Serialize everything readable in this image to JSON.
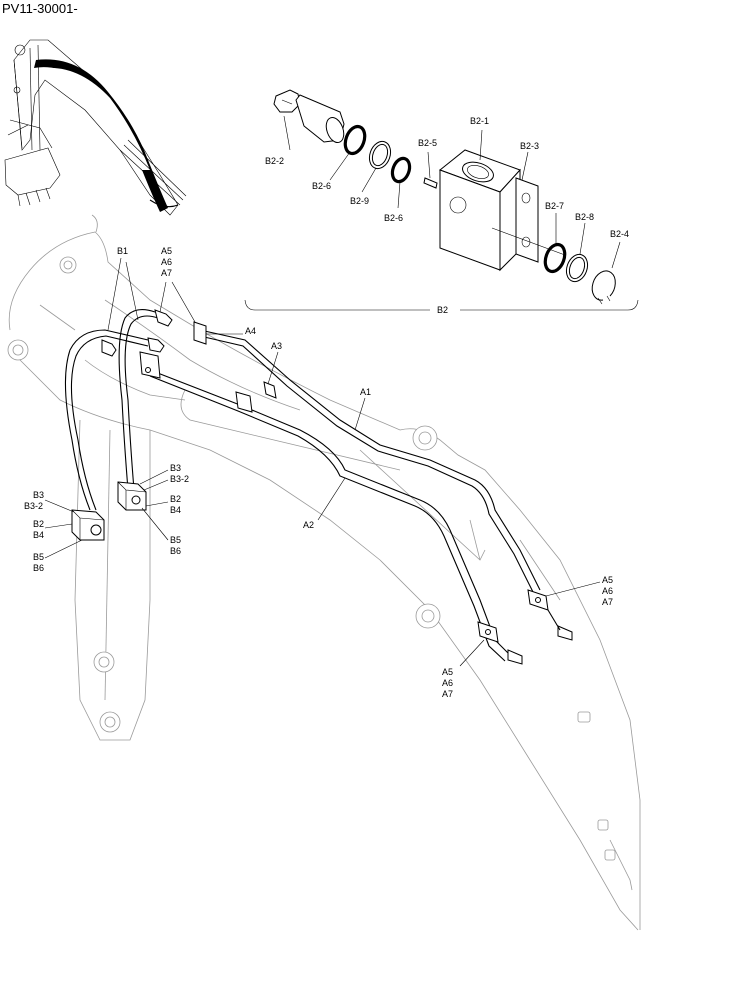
{
  "document": {
    "code": "PV11-30001-"
  },
  "exploded_view": {
    "group_label": "B2",
    "labels": {
      "b2_1": "B2-1",
      "b2_2": "B2-2",
      "b2_3": "B2-3",
      "b2_4": "B2-4",
      "b2_5": "B2-5",
      "b2_6a": "B2-6",
      "b2_6b": "B2-6",
      "b2_7": "B2-7",
      "b2_8": "B2-8",
      "b2_9": "B2-9"
    }
  },
  "main_view": {
    "labels": {
      "b1": "B1",
      "a5_top": "A5",
      "a6_top": "A6",
      "a7_top": "A7",
      "a4": "A4",
      "a3": "A3",
      "a1": "A1",
      "a2": "A2",
      "b3_right": "B3",
      "b3_2_right": "B3-2",
      "b2_right": "B2",
      "b4_right": "B4",
      "b5_right": "B5",
      "b6_right": "B6",
      "b3_left": "B3",
      "b3_2_left": "B3-2",
      "b2_left": "B2",
      "b4_left": "B4",
      "b5_left": "B5",
      "b6_left": "B6",
      "a5_right": "A5",
      "a6_right": "A6",
      "a7_right": "A7",
      "a5_bottom": "A5",
      "a6_bottom": "A6",
      "a7_bottom": "A7"
    }
  }
}
